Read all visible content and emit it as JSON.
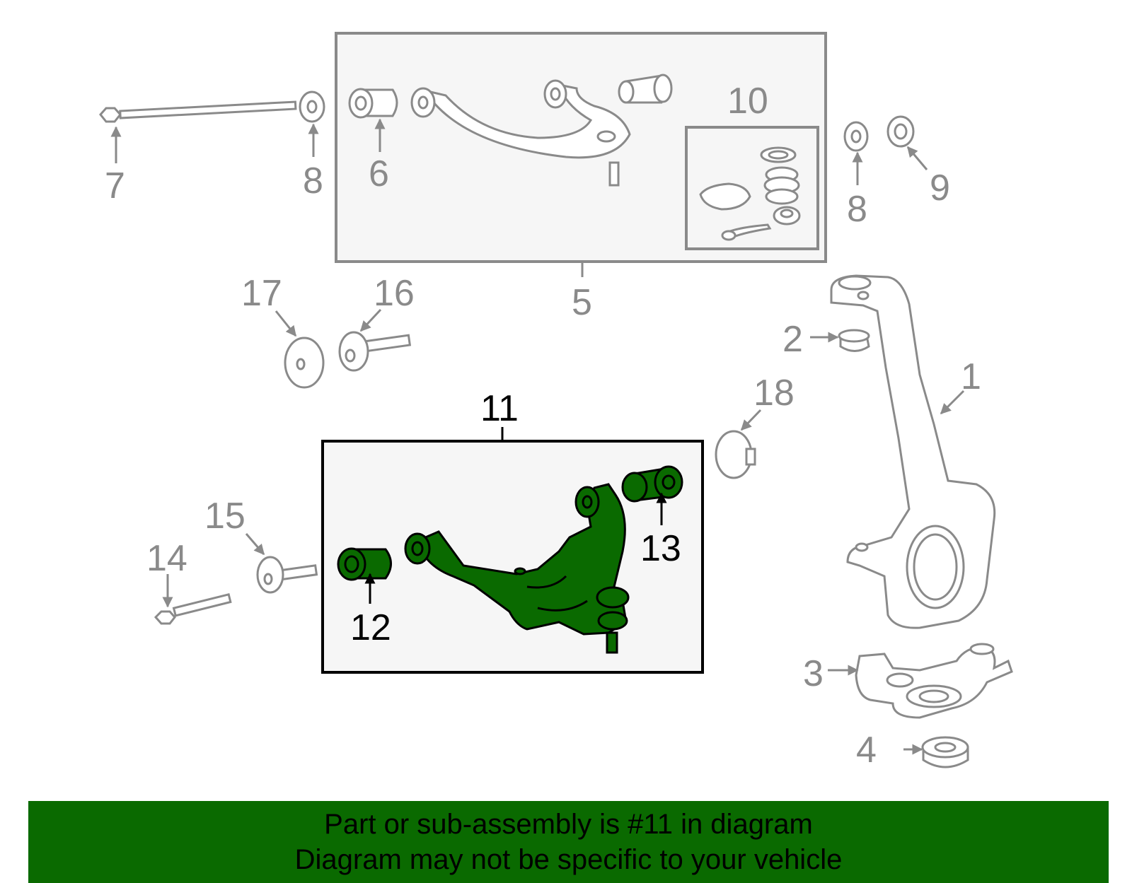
{
  "callouts": {
    "c1": "1",
    "c2": "2",
    "c3": "3",
    "c4": "4",
    "c5": "5",
    "c6": "6",
    "c7": "7",
    "c8a": "8",
    "c8b": "8",
    "c9": "9",
    "c10": "10",
    "c11": "11",
    "c12": "12",
    "c13": "13",
    "c14": "14",
    "c15": "15",
    "c16": "16",
    "c17": "17",
    "c18": "18"
  },
  "banner": {
    "line1": "Part or sub-assembly is #11 in diagram",
    "line2": "Diagram may not be specific to your vehicle"
  },
  "colors": {
    "highlight": "#0a6a00",
    "part_outline": "#8a8a8a",
    "box_fill": "#f6f6f6"
  }
}
